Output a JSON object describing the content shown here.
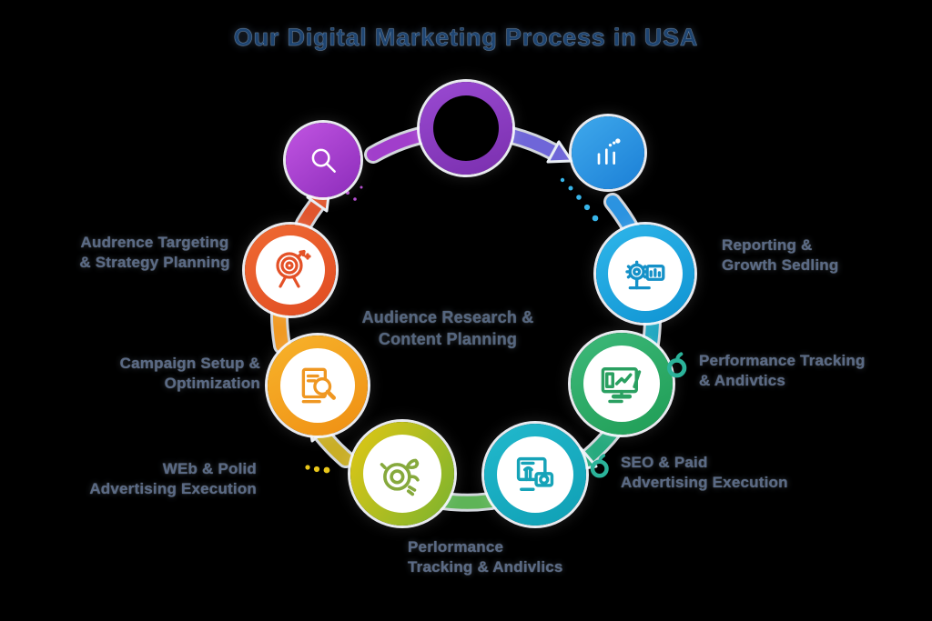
{
  "title": "Our Digital Marketing Process in USA",
  "center_label": {
    "line1": "Audience Research &",
    "line2": "Content Planning"
  },
  "labels": {
    "audience_targeting": {
      "line1": "Audrence Targeting",
      "line2": "& Strategy Planning"
    },
    "campaign_setup": {
      "line1": "Campaign Setup &",
      "line2": "Optimization"
    },
    "web_paid": {
      "line1": "WEb & Polid",
      "line2": "Advertising Execution"
    },
    "performance_bottom": {
      "line1": "Perlormance",
      "line2": "Tracking & Andivlics"
    },
    "seo_paid": {
      "line1": "SEO & Paid",
      "line2": "Advertising Execution"
    },
    "performance_right": {
      "line1": "Performance Tracking",
      "line2": "& Andivtics"
    },
    "reporting": {
      "line1": "Reporting &",
      "line2": "Growth Sedling"
    }
  },
  "steps": [
    {
      "name": "audience-search",
      "icon": "search-icon",
      "ring": "linear-gradient(140deg,#c155e2,#8c2cba)",
      "icon_color": "#ffffff"
    },
    {
      "name": "process-hub",
      "icon": "none",
      "ring": "linear-gradient(160deg,#9a4ad2,#7a2fae)",
      "icon_color": "#ffffff"
    },
    {
      "name": "data-bars",
      "icon": "bar-chart-icon",
      "ring": "linear-gradient(140deg,#3fa9ec,#1b7fd6)",
      "icon_color": "#ffffff"
    },
    {
      "name": "reporting-growth",
      "icon": "gear-monitor-icon",
      "ring": "linear-gradient(150deg,#2fb6ea,#0f93d2)",
      "icon_color": "#1591c8"
    },
    {
      "name": "performance-tracking-right",
      "icon": "monitor-chart-icon",
      "ring": "linear-gradient(150deg,#3db97a,#1f9d55)",
      "icon_color": "#2aa061"
    },
    {
      "name": "seo-paid-execution",
      "icon": "monitor-payment-icon",
      "ring": "linear-gradient(150deg,#22b9cd,#0f9fb4)",
      "icon_color": "#16a3b8"
    },
    {
      "name": "performance-tracking-bottom",
      "icon": "doodle-gauge-icon",
      "ring": "linear-gradient(120deg,#e2c714,#7ab32e)",
      "icon_color": "#86a93c"
    },
    {
      "name": "campaign-setup",
      "icon": "document-search-icon",
      "ring": "linear-gradient(150deg,#f7b32b,#ef8f13)",
      "icon_color": "#ef9722"
    },
    {
      "name": "audience-targeting",
      "icon": "target-icon",
      "ring": "linear-gradient(150deg,#ef6a33,#e04b22)",
      "icon_color": "#e45127"
    }
  ],
  "flow": {
    "segments": [
      {
        "color": "#a13ecb"
      },
      {
        "color": "#6f66d8"
      },
      {
        "color": "#2b93e0"
      },
      {
        "color": "#1ea6c0"
      },
      {
        "color": "#27aa7e"
      },
      {
        "color": "#5eb457"
      },
      {
        "color": "#c9ae27"
      },
      {
        "color": "#f09a24"
      },
      {
        "color": "#e0552d"
      }
    ]
  },
  "decor": {
    "droplet_color": "#2bb39a",
    "dot_yellow": "#e9c71b",
    "dot_cyan": "#38b5e9",
    "dot_teal": "#27b3ad",
    "dot_purple": "#b44fd0"
  }
}
